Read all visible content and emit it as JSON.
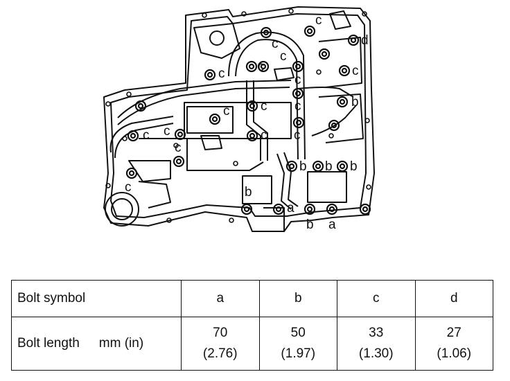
{
  "diagram": {
    "bolt_labels": [
      "a",
      "b",
      "c",
      "d"
    ]
  },
  "table": {
    "row1_label": "Bolt symbol",
    "row2_label": "Bolt length",
    "row2_unit": "mm (in)",
    "columns": [
      {
        "symbol": "a",
        "mm": "70",
        "in": "(2.76)"
      },
      {
        "symbol": "b",
        "mm": "50",
        "in": "(1.97)"
      },
      {
        "symbol": "c",
        "mm": "33",
        "in": "(1.30)"
      },
      {
        "symbol": "d",
        "mm": "27",
        "in": "(1.06)"
      }
    ]
  }
}
